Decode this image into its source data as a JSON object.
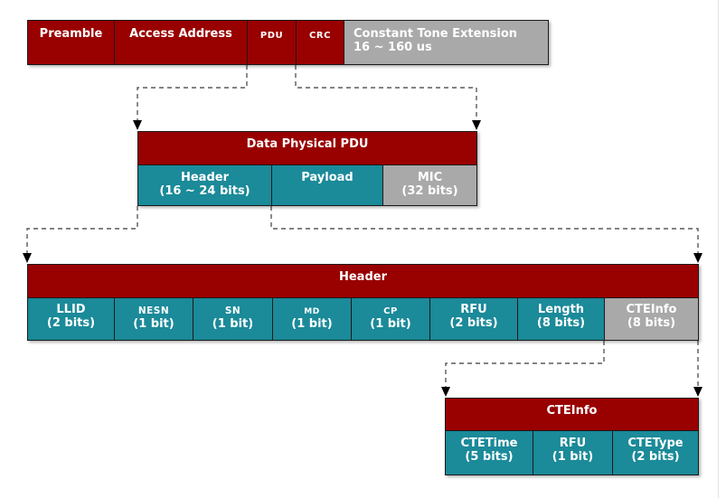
{
  "colors": {
    "red": "#990000",
    "teal": "#1b8a99",
    "gray": "#a9a9a9",
    "border": "#1a1a1a",
    "dash": "#5a5a5a",
    "arrow": "#000000",
    "text": "#ffffff"
  },
  "packet_row": {
    "cells": [
      {
        "label": "Preamble"
      },
      {
        "label": "Access Address"
      },
      {
        "label": "PDU"
      },
      {
        "label": "CRC"
      },
      {
        "label": "Constant Tone Extension",
        "sublabel": "16 ~ 160 us"
      }
    ]
  },
  "pdu_block": {
    "title": "Data Physical PDU",
    "cells": [
      {
        "label": "Header",
        "sublabel": "(16 ~ 24 bits)"
      },
      {
        "label": "Payload",
        "sublabel": ""
      },
      {
        "label": "MIC",
        "sublabel": "(32 bits)"
      }
    ]
  },
  "header_block": {
    "title": "Header",
    "cells": [
      {
        "label": "LLID",
        "sublabel": "(2 bits)"
      },
      {
        "label": "NESN",
        "sublabel": "(1 bit)"
      },
      {
        "label": "SN",
        "sublabel": "(1 bit)"
      },
      {
        "label": "MD",
        "sublabel": "(1 bit)"
      },
      {
        "label": "CP",
        "sublabel": "(1 bit)"
      },
      {
        "label": "RFU",
        "sublabel": "(2 bits)"
      },
      {
        "label": "Length",
        "sublabel": "(8 bits)"
      },
      {
        "label": "CTEInfo",
        "sublabel": "(8 bits)"
      }
    ]
  },
  "cteinfo_block": {
    "title": "CTEInfo",
    "cells": [
      {
        "label": "CTETime",
        "sublabel": "(5 bits)"
      },
      {
        "label": "RFU",
        "sublabel": "(1 bit)"
      },
      {
        "label": "CTEType",
        "sublabel": "(2 bits)"
      }
    ]
  }
}
